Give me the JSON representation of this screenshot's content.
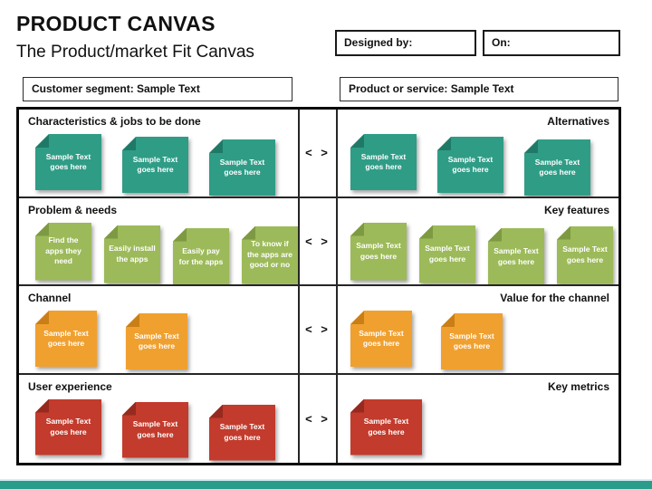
{
  "header": {
    "title": "PRODUCT CANVAS",
    "subtitle": "The Product/market Fit Canvas",
    "designed_by_label": "Designed by:",
    "on_label": "On:"
  },
  "top_fields": {
    "customer_segment": "Customer segment: Sample Text",
    "product_or_service": "Product or service: Sample Text"
  },
  "colors": {
    "teal": {
      "fill": "#2f9c86",
      "fold": "#1e7a67"
    },
    "green": {
      "fill": "#9cba59",
      "fold": "#7d9a42"
    },
    "orange": {
      "fill": "#f0a02f",
      "fold": "#c97f16"
    },
    "red": {
      "fill": "#c23b2c",
      "fold": "#962a1e"
    },
    "footer_bar": "#2a9d8a",
    "footer_light": "#d7ecf2"
  },
  "rows": [
    {
      "left": {
        "label": "Characteristics & jobs to be done",
        "color": "teal",
        "notes": [
          "Sample Text goes here",
          "Sample Text goes here",
          "Sample Text goes here"
        ]
      },
      "symbol": "< >",
      "right": {
        "label": "Alternatives",
        "color": "teal",
        "notes": [
          "Sample Text goes here",
          "Sample Text goes here",
          "Sample Text goes here"
        ]
      }
    },
    {
      "left": {
        "label": "Problem & needs",
        "color": "green",
        "notes": [
          "Find the apps they need",
          "Easily install the apps",
          "Easily pay for the apps",
          "To know if the apps are good or no"
        ]
      },
      "symbol": "< >",
      "right": {
        "label": "Key features",
        "color": "green",
        "notes": [
          "Sample Text goes here",
          "Sample Text goes here",
          "Sample Text goes here",
          "Sample Text goes here"
        ]
      }
    },
    {
      "left": {
        "label": "Channel",
        "color": "orange",
        "notes": [
          "Sample Text goes here",
          "Sample Text goes here"
        ]
      },
      "symbol": "< >",
      "right": {
        "label": "Value for the channel",
        "color": "orange",
        "notes": [
          "Sample Text goes here",
          "Sample Text goes here"
        ]
      }
    },
    {
      "left": {
        "label": "User experience",
        "color": "red",
        "notes": [
          "Sample Text goes here",
          "Sample Text goes here",
          "Sample Text goes here"
        ]
      },
      "symbol": "< >",
      "right": {
        "label": "Key metrics",
        "color": "red",
        "notes": [
          "Sample Text goes here"
        ]
      }
    }
  ]
}
